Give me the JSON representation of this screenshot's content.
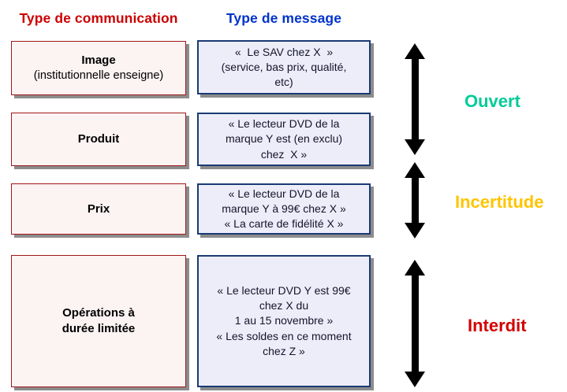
{
  "headers": {
    "communication": "Type de communication",
    "message": "Type de message"
  },
  "rows": [
    {
      "communication": {
        "title": "Image",
        "subtitle": "(institutionnelle enseigne)"
      },
      "message": "«  Le SAV chez X  »\n(service, bas prix, qualité,\netc)"
    },
    {
      "communication": {
        "title": "Produit",
        "subtitle": ""
      },
      "message": "« Le lecteur DVD de la\nmarque Y est (en exclu)\nchez  X »"
    },
    {
      "communication": {
        "title": "Prix",
        "subtitle": ""
      },
      "message": "« Le lecteur DVD de la\nmarque Y à 99€ chez X »\n« La carte de fidélité X »"
    },
    {
      "communication": {
        "title": "Opérations à\ndurée limitée",
        "subtitle": ""
      },
      "message": "« Le lecteur DVD Y est 99€\nchez X du\n1 au 15 novembre »\n« Les soldes en ce moment\nchez Z »"
    }
  ],
  "zones": [
    {
      "label": "Ouvert",
      "color": "#00CC99"
    },
    {
      "label": "Incertitude",
      "color": "#FFC400"
    },
    {
      "label": "Interdit",
      "color": "#D40000"
    }
  ],
  "colors": {
    "header_communication": "#CC0000",
    "header_message": "#0033CC",
    "communication_box_border": "#A01818",
    "communication_box_fill": "#FCF3F3",
    "message_box_border": "#1A3A75",
    "message_box_fill": "#EDEDFA",
    "arrow": "#000000",
    "box_shadow": "#8C8C8C"
  }
}
